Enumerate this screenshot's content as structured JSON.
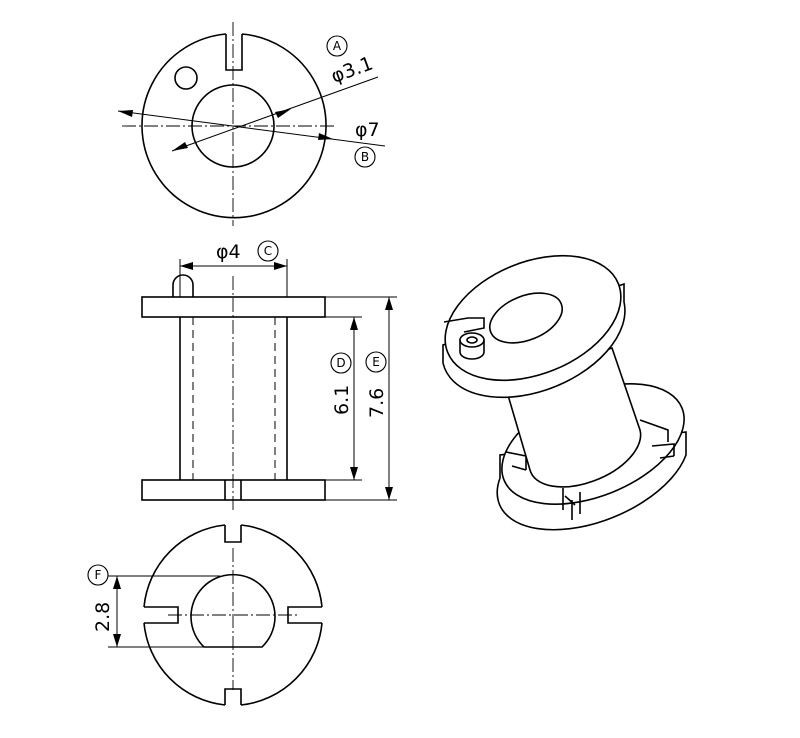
{
  "dimensions": {
    "d_pin": "φ3.1",
    "d_bore": "φ7",
    "d_core": "φ4",
    "h_inner": "6.1",
    "h_total": "7.6",
    "w_hole": "2.8"
  },
  "markers": {
    "a": "A",
    "b": "B",
    "c": "C",
    "d": "D",
    "e": "E",
    "f": "F"
  }
}
